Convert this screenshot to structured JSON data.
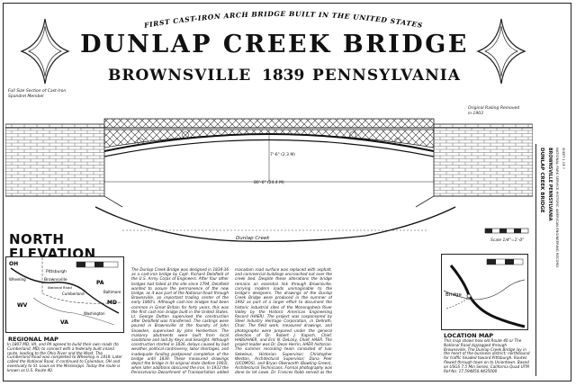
{
  "header": {
    "arc_title": "FIRST CAST-IRON ARCH BRIDGE BUILT IN THE UNITED STATES",
    "title": "DUNLAP CREEK BRIDGE",
    "location_left": "BROWNSVILLE",
    "year": "1839",
    "location_right": "PENNSYLVANIA"
  },
  "elevation": {
    "title_line1": "NORTH",
    "title_line2": "ELEVATION",
    "spandrel_note": "Full Size Section of Cast-Iron Spandrel Member",
    "railing_note": "Original Railing Removed in 1903",
    "span_label": "80'-0\" (24.4 M)",
    "rise_label": "7'-6\" (2.3 M)",
    "creek_label": "Dunlap Creek",
    "scale_note": "Scale 1/4\"=1'-0\""
  },
  "regional_map": {
    "title": "REGIONAL MAP",
    "labels": {
      "oh": "OH",
      "pa": "PA",
      "wv": "WV",
      "md": "MD",
      "va": "VA",
      "pittsburgh": "Pittsburgh",
      "brownsville": "Brownsville",
      "wheeling": "Wheeling",
      "cumberland": "Cumberland",
      "baltimore": "Baltimore",
      "washington": "Washington",
      "national_road": "National Road"
    },
    "caption": "In 1807 MD, VA, and PA agreed to build their own roads (to Cumberland, MD) to connect with a federally built inland route, leading to the Ohio River and the West. The Cumberland Road was completed to Wheeling in 1818. Later called the National Road, it continued to Columbus, OH and eventually to St. Louis on the Mississippi. Today the route is known as U.S. Route 40."
  },
  "location_map": {
    "title": "LOCATION MAP",
    "labels": {
      "bridge": "Bridge"
    },
    "caption": "This map shows how old Route 40 or The National Road zigzagged through Brownsville. The Dunlap Creek Bridge lay in the heart of the business district; northbound for traffic headed toward Pittsburgh. Routes flowed through town on to Uniontown. Based on USGS 7.5 Min Series, California Quad UTM Ref No. 17.594850.4435000"
  },
  "columns": {
    "col1": "The Dunlap Creek Bridge was designed in 1834-36 as a cast-iron bridge by Capt. Richard Delafield of the U.S. Army Corps of Engineers. After four other bridges had failed at the site since 1794, Delafield wanted to assure the permanence of the new bridge, as it was part of the National Road through Brownsville, an important trading center of the early 1800's. Although cast-iron bridges had been common in Great Britain for forty years, this was the first cast-iron bridge built in the United States. Lt. George Dutton supervised the construction after Delafield was transferred. The castings were poured in Brownsville at the foundry of John Snowden, supervised by John Herbertson. The masonry abutments were built from local sandstone and laid by Keys and Searight. Although construction started in 1836, delays caused by bad weather, political controversy, labor shortages, and inadequate funding postponed completion of the bridge until 1839. These measured drawings depict the bridge in its original state (before 1903), when later additions obscured the iron. In 1933 the Pennsylvania Department of Transportation added two concrete sidewalks supported by cantilever brackets (removing the original railings); the old",
    "col2": "macadam road surface was replaced with asphalt, and commercial buildings encroached out over the creek bed. Despite these alterations the bridge remains an essential link through Brownsville, carrying modern loads unimaginable to the bridge's designers. The drawings of the Dunlap Creek Bridge were produced in the summer of 1992 as part of a larger effort to document the historic industrial sites of the Monongahela River Valley by the Historic American Engineering Record (HAER). The project was cosponsored by Steel Industry Heritage Corporation, in Dellroth, Chair. The field work, measured drawings, and photographs were prepared under the general direction of Dr. Robert J. Kapsch, Chief, HABS/HAER, and Eric N. DeLony, Chief, HAER. The project leader was Dr. Dean Herrin, HAER historian. The summer recording team consisted of Ivor Sekeleus, Historian Supervisor; Christopher Weston, Architectural Supervisor; Dana Peer (UCOMOS), and Bryan Oberwarth (Bowling Green), Architectural Technicians. Formal photography was done by Jet Lowe. Dr. Frances Robb served as the project historian."
  },
  "title_block": {
    "strip_title": "DUNLAP CREEK BRIDGE",
    "strip_sub": "BROWNSVILLE  PENNSYLVANIA",
    "strip_small": "NATIONAL PARK SERVICE  HISTORIC AMERICAN ENGINEERING RECORD",
    "strip_tiny": "SHEET 1 OF 7"
  }
}
